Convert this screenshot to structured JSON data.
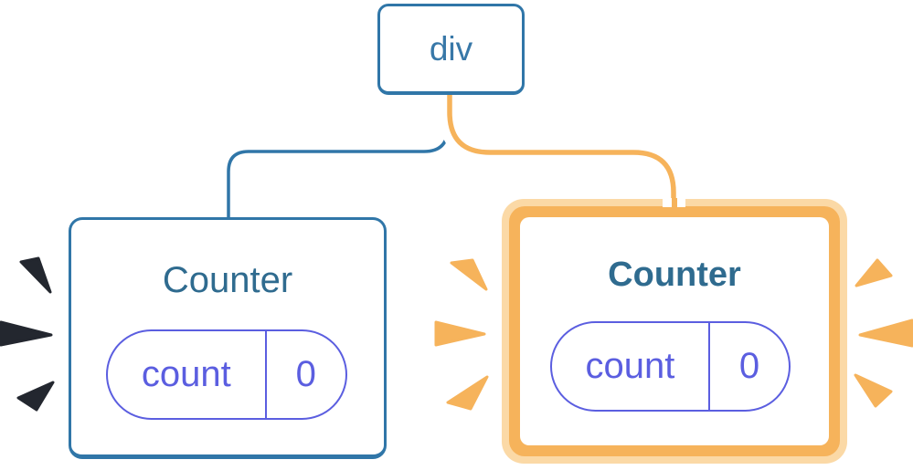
{
  "diagram": {
    "description": "React component tree diagram: a div root with two Counter children; the second Counter is highlighted as updated",
    "root_node": {
      "label": "div"
    },
    "left_counter": {
      "title": "Counter",
      "state_pill": {
        "label": "count",
        "value": "0"
      },
      "highlighted": false
    },
    "right_counter": {
      "title": "Counter",
      "state_pill": {
        "label": "count",
        "value": "0"
      },
      "highlighted": true
    },
    "edges": [
      {
        "name": "div-to-left-counter",
        "style": "plain blue elbow"
      },
      {
        "name": "div-to-right-counter",
        "style": "highlighted orange pipe with white casing"
      }
    ],
    "colors": {
      "blue_line": "#3076a8",
      "node_text_blue": "#3878a8",
      "title_blue": "#2f6b8f",
      "pill_indigo": "#5b5ee0",
      "highlight_orange": "#f6b35b",
      "highlight_orange_light": "#fbd9a6",
      "spark_dark": "#23272f",
      "card_background": "#ffffff"
    }
  }
}
